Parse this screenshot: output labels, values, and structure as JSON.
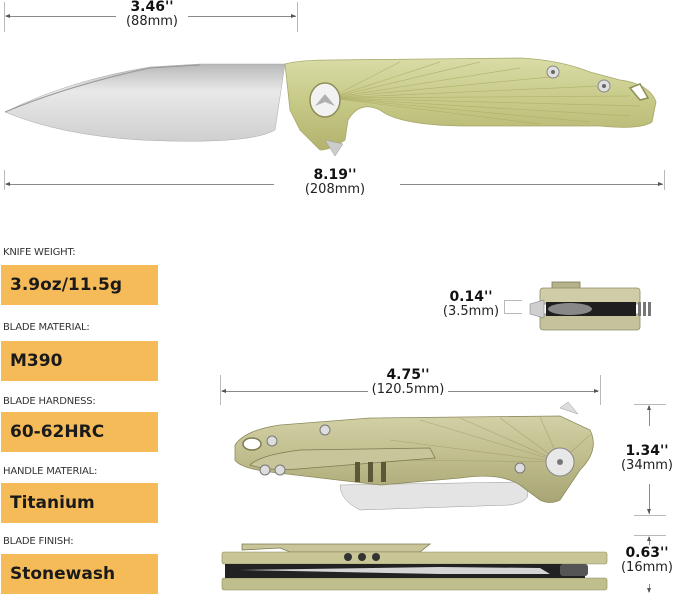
{
  "dimensions": {
    "blade_length": {
      "inches": "3.46''",
      "mm": "(88mm)"
    },
    "overall_length": {
      "inches": "8.19''",
      "mm": "(208mm)"
    },
    "blade_thickness": {
      "inches": "0.14''",
      "mm": "(3.5mm)"
    },
    "closed_length": {
      "inches": "4.75''",
      "mm": "(120.5mm)"
    },
    "handle_height": {
      "inches": "1.34''",
      "mm": "(34mm)"
    },
    "handle_thickness": {
      "inches": "0.63''",
      "mm": "(16mm)"
    }
  },
  "specs": [
    {
      "label": "KNIFE WEIGHT:",
      "value": "3.9oz/11.5g"
    },
    {
      "label": "BLADE MATERIAL:",
      "value": "M390"
    },
    {
      "label": "BLADE HARDNESS:",
      "value": "60-62HRC"
    },
    {
      "label": "HANDLE MATERIAL:",
      "value": "Titanium"
    },
    {
      "label": "BLADE FINISH:",
      "value": "Stonewash"
    }
  ],
  "colors": {
    "spec_box": "#f6bb59",
    "handle": "#c9c98c",
    "blade": "#d8d8d8"
  },
  "images": {
    "open_knife": "open-knife-side-view",
    "closed_knife": "closed-knife-side-view",
    "knife_front": "knife-end-view",
    "knife_top": "closed-knife-top-view"
  }
}
